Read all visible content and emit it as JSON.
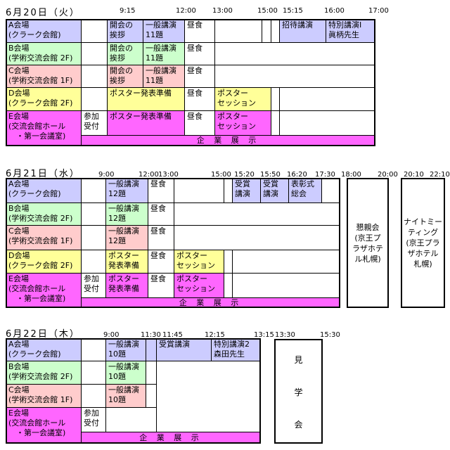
{
  "colors": {
    "venue_a": "#CCCCFF",
    "venue_b": "#CCFFCC",
    "venue_c": "#FFCCCC",
    "venue_d": "#FFFF99",
    "venue_e": "#FF66FF",
    "grid": "#000000",
    "page_bg": "#FFFFFF"
  },
  "venues": {
    "a": "A会場\n(クラーク会館)",
    "b": "B会場\n(学術交流会館 2F)",
    "c": "C会場\n(学術交流会館 1F)",
    "d": "D会場\n(クラーク会館 2F)",
    "e": "E会場\n(交流会館ホール\n　・第一会議室)"
  },
  "common": {
    "lunch": "昼食",
    "registration": "参加\n受付",
    "exhibition": "企 業 展 示",
    "poster_session": "ポスター\nセッション"
  },
  "day1": {
    "date": "6月20日（火）",
    "times": [
      "9:15",
      "12:00",
      "13:00",
      "15:00",
      "15:15",
      "16:00",
      "17:00"
    ],
    "events": {
      "opening": "開会の\n挨拶",
      "general_lectures": "一般講演\n11題",
      "invited_lecture": "招待講演",
      "special_lecture": "特別講演Ⅰ\n眞柄先生",
      "poster_prep": "ポスター発表準備"
    }
  },
  "day2": {
    "date": "6月21日（水）",
    "times": [
      "9:00",
      "12:00",
      "13:00",
      "15:00",
      "15:20",
      "15:50",
      "16:20",
      "17:30",
      "18:00",
      "20:00",
      "20:10",
      "22:10"
    ],
    "events": {
      "general_lectures": "一般講演\n12題",
      "award_lecture": "受賞\n講演",
      "awards_ceremony": "表彰式\n総会",
      "poster_prep": "ポスター\n発表準備",
      "banquet": "懇親会\n(京王プ\nラザホテ\nル札幌)",
      "night_meeting": "ナイトミー\nティング\n(京王プラ\nザホテル\n札幌)"
    }
  },
  "day3": {
    "date": "6月22日（木）",
    "times": [
      "9:00",
      "11:30",
      "11:45",
      "12:15",
      "13:15",
      "13:30",
      "15:30"
    ],
    "events": {
      "general_lectures": "一般講演\n10題",
      "award_lecture": "受賞講演",
      "special_lecture": "特別講演2\n森田先生",
      "tour": "見\n学\n会"
    }
  }
}
